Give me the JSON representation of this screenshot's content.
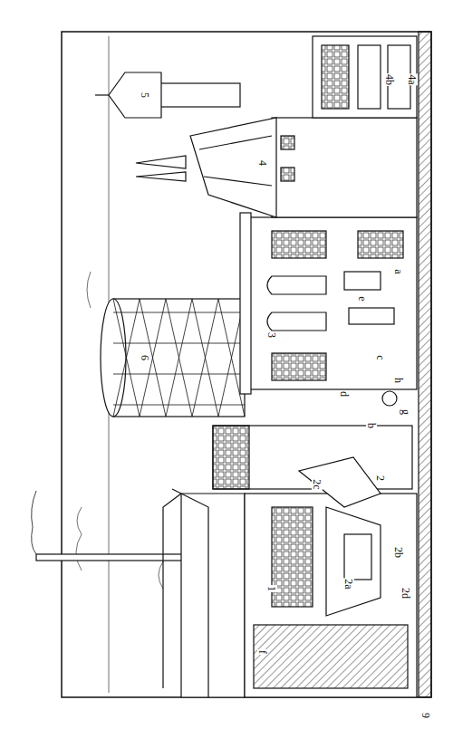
{
  "diagram": {
    "labels": [
      "6",
      "5",
      "4",
      "4a",
      "4b",
      "3",
      "2",
      "2a",
      "2b",
      "2c",
      "2d",
      "1",
      "9",
      "a",
      "b",
      "c",
      "d",
      "e",
      "f",
      "g",
      "h"
    ]
  }
}
